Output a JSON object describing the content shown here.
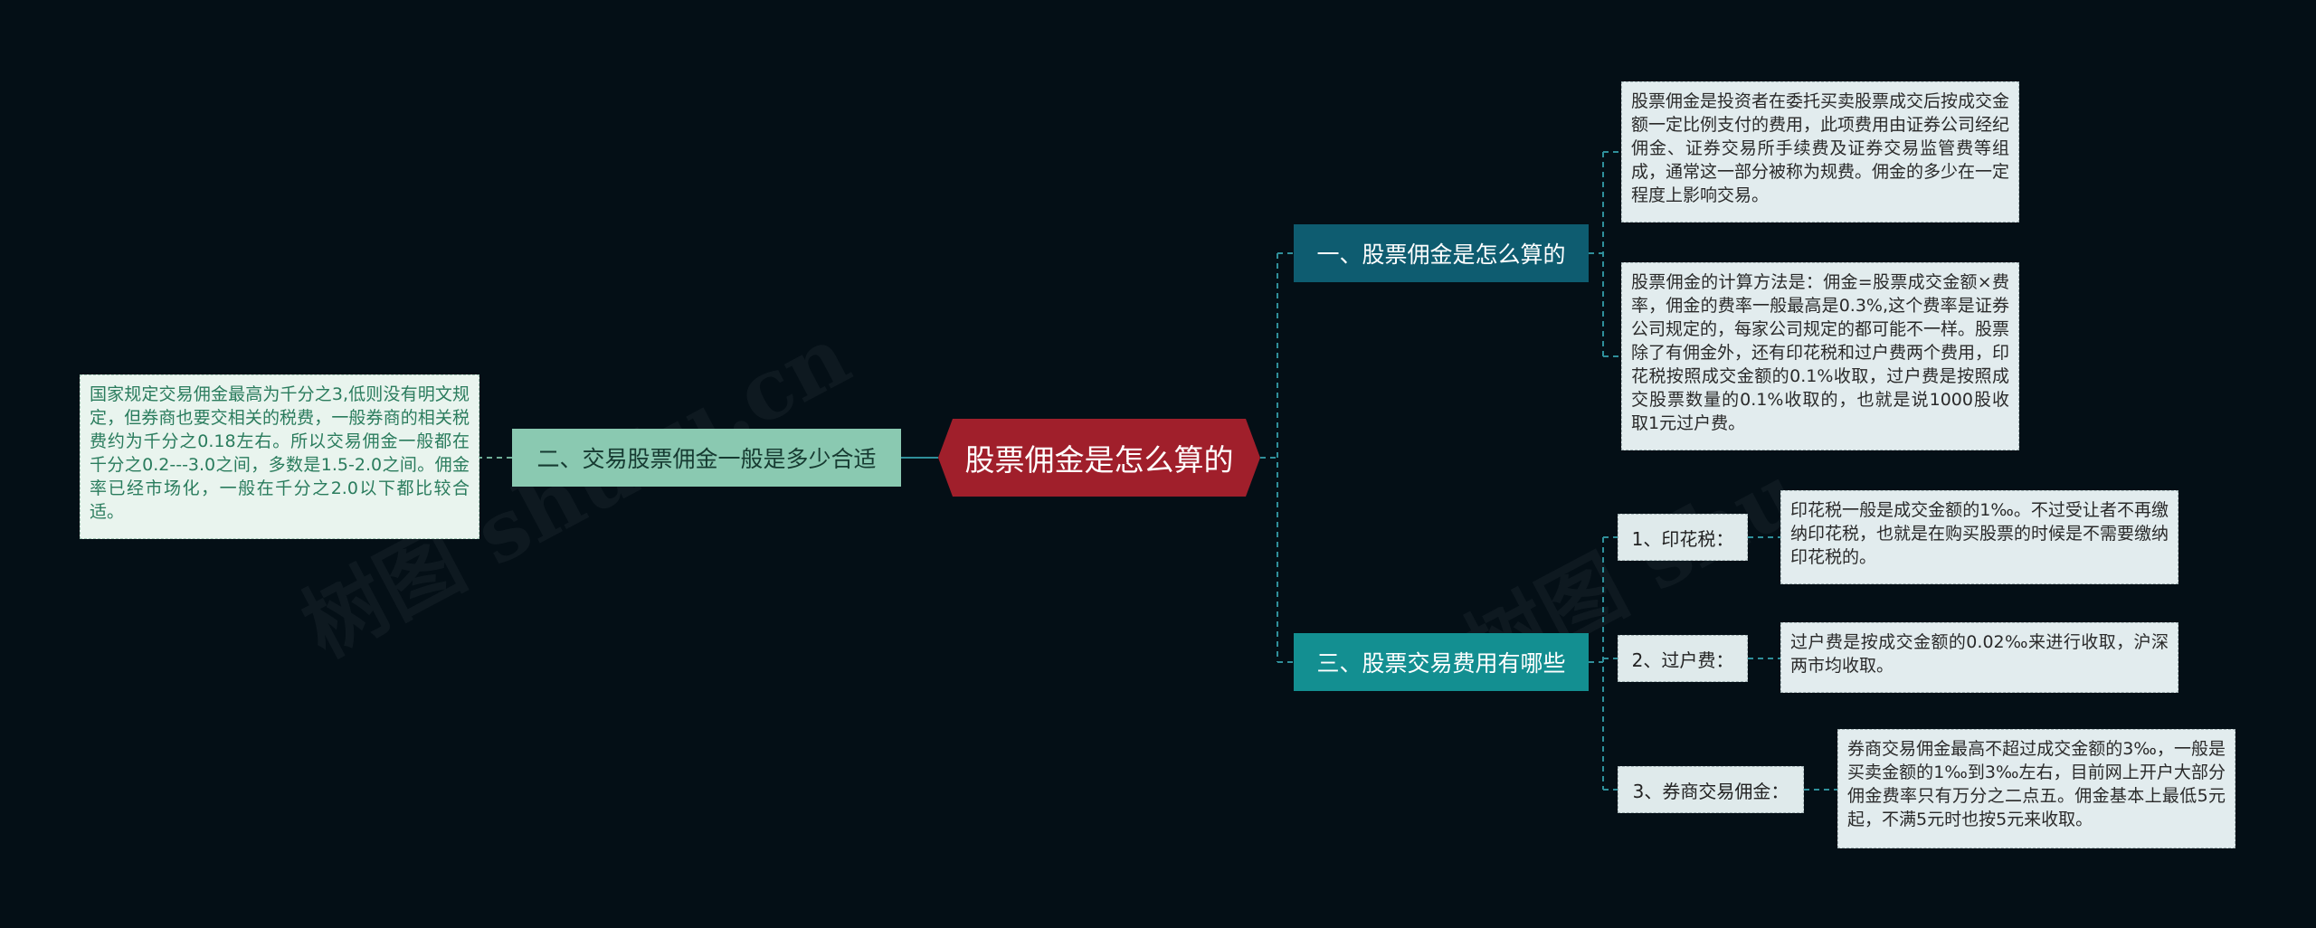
{
  "root": {
    "label": "股票佣金是怎么算的"
  },
  "topics": [
    {
      "label": "一、股票佣金是怎么算的",
      "leaves": [
        "股票佣金是投资者在委托买卖股票成交后按成交金额一定比例支付的费用，此项费用由证券公司经纪佣金、证券交易所手续费及证券交易监管费等组成，通常这一部分被称为规费。佣金的多少在一定程度上影响交易。",
        "股票佣金的计算方法是：佣金=股票成交金额×费率，佣金的费率一般最高是0.3%,这个费率是证券公司规定的，每家公司规定的都可能不一样。股票除了有佣金外，还有印花税和过户费两个费用，印花税按照成交金额的0.1%收取，过户费是按照成交股票数量的0.1%收取的，也就是说1000股收取1元过户费。"
      ]
    },
    {
      "label": "二、交易股票佣金一般是多少合适",
      "leaves": [
        "国家规定交易佣金最高为千分之3,低则没有明文规定，但券商也要交相关的税费，一般券商的相关税费约为千分之0.18左右。所以交易佣金一般都在千分之0.2---3.0之间，多数是1.5-2.0之间。佣金率已经市场化，一般在千分之2.0以下都比较合适。"
      ]
    },
    {
      "label": "三、股票交易费用有哪些",
      "subtopics": [
        {
          "label": "1、印花税：",
          "leaf": "印花税一般是成交金额的1‰。不过受让者不再缴纳印花税，也就是在购买股票的时候是不需要缴纳印花税的。"
        },
        {
          "label": "2、过户费：",
          "leaf": "过户费是按成交金额的0.02‰来进行收取，沪深两市均收取。"
        },
        {
          "label": "3、券商交易佣金：",
          "leaf": "券商交易佣金最高不超过成交金额的3‰，一般是买卖金额的1‰到3‰左右，目前网上开户大部分佣金费率只有万分之二点五。佣金基本上最低5元起，不满5元时也按5元来收取。"
        }
      ]
    }
  ],
  "watermarks": [
    "树图 shutu.cn",
    "树图 shu"
  ],
  "colors": {
    "background": "#040f16",
    "root": "#a01f2b",
    "topic1": "#0e5c70",
    "topic2": "#8ac9b1",
    "topic3": "#138f91",
    "link": "#2f8f9a"
  }
}
